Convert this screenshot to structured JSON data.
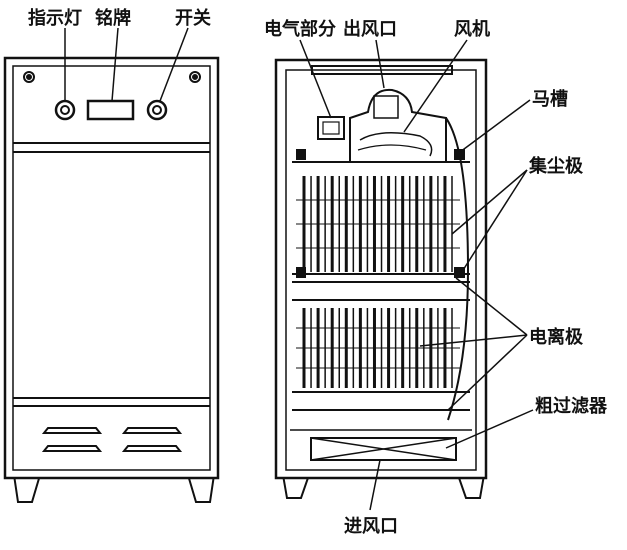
{
  "labels": {
    "indicator": "指示灯",
    "nameplate": "铭牌",
    "switch": "开关",
    "electrical": "电气部分",
    "outlet": "出风口",
    "fan": "风机",
    "channel": "马槽",
    "collector": "集尘极",
    "ionizer": "电离极",
    "prefilter": "粗过滤器",
    "inlet": "进风口"
  },
  "colors": {
    "ink": "#111111",
    "background": "#ffffff"
  }
}
